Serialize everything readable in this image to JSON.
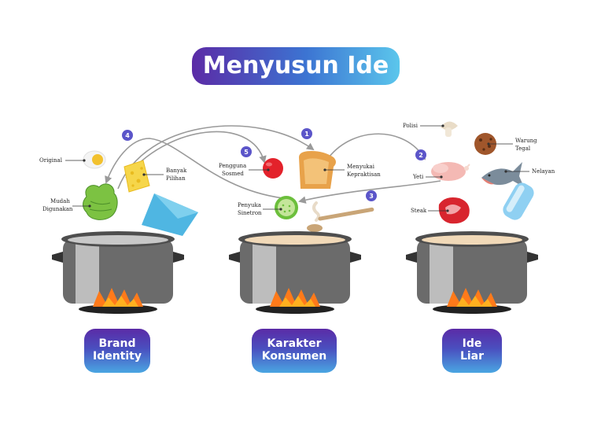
{
  "title": "Menyusun Ide",
  "categories": {
    "brand_identity": {
      "line1": "Brand",
      "line2": "Identity"
    },
    "karakter_konsumen": {
      "line1": "Karakter",
      "line2": "Konsumen"
    },
    "ide_liar": {
      "line1": "Ide",
      "line2": "Liar"
    }
  },
  "ingredient_labels": {
    "original": "Original",
    "banyak_pilihan": {
      "line1": "Banyak",
      "line2": "Pilihan"
    },
    "mudah_digunakan": {
      "line1": "Mudah",
      "line2": "Digunakan"
    },
    "pengguna_sosmed": {
      "line1": "Pengguna",
      "line2": "Sosmed"
    },
    "menyukai_kepraktisan": {
      "line1": "Menyukai",
      "line2": "Kepraktisan"
    },
    "penyuka_sinetron": {
      "line1": "Penyuka",
      "line2": "Sinetron"
    },
    "polisi": "Polisi",
    "warung_tegal": {
      "line1": "Warung",
      "line2": "Tegal"
    },
    "yeti": "Yeti",
    "nelayan": "Nelayan",
    "steak": "Steak"
  },
  "step_numbers": [
    "1",
    "2",
    "3",
    "4",
    "5"
  ],
  "colors": {
    "gradient_start": "#5b2ba6",
    "gradient_mid": "#3c74d2",
    "gradient_end": "#5bc6ec",
    "pot_body": "#6b6b6b",
    "pot_rim": "#4e4e4e",
    "flame": "#ff7a1a",
    "arrow": "#9a9a9a",
    "number_badge": "#5b55c9"
  },
  "icons": [
    "egg-icon",
    "cheese-icon",
    "lettuce-icon",
    "blue-napkin-icon",
    "tomato-icon",
    "toast-icon",
    "cucumber-icon",
    "spoon-icon",
    "mushroom-icon",
    "cookie-icon",
    "chicken-icon",
    "fish-icon",
    "steak-icon",
    "salt-shaker-icon",
    "cooking-pot-icon",
    "flame-icon"
  ]
}
